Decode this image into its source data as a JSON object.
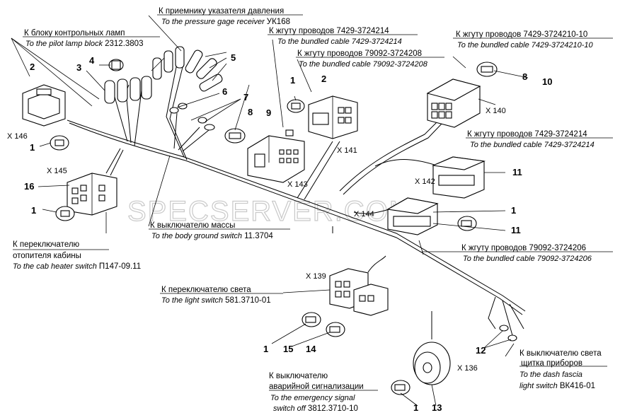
{
  "labels": {
    "pressure_ru": "К приемнику указателя давления",
    "pressure_en": "To the pressure gage receiver",
    "pressure_model": "УК168",
    "pilot_lamp_ru": "К блоку контрольных ламп",
    "pilot_lamp_en": "To the pilot lamp block",
    "pilot_lamp_model": "2312.3803",
    "harness_3724214_top_ru": "К жгуту проводов 7429-3724214",
    "harness_3724214_top_en": "To the bundled cable 7429-3724214",
    "harness_79092_3724208_ru": "К жгуту проводов 79092-3724208",
    "harness_79092_3724208_en": "To the bundled cable 79092-3724208",
    "harness_3724210_ru": "К жгуту проводов 7429-3724210-10",
    "harness_3724210_en": "To the bundled cable 7429-3724210-10",
    "harness_3724214_right_ru": "К жгуту проводов 7429-3724214",
    "harness_3724214_right_en": "To the bundled cable 7429-3724214",
    "ground_switch_ru": "К выключателю массы",
    "ground_switch_en": "To the body ground switch",
    "ground_switch_model": "11.3704",
    "cab_heater_ru_1": "К переключателю",
    "cab_heater_ru_2": "отопителя кабины",
    "cab_heater_en": "To the cab heater switch",
    "cab_heater_model": "П147-09.11",
    "harness_79092_3724206_ru": "К жгуту проводов 79092-3724206",
    "harness_79092_3724206_en": "To the bundled cable 79092-3724206",
    "light_switch_ru": "К переключателю света",
    "light_switch_en": "To the light switch",
    "light_switch_model": "581.3710-01",
    "emergency_ru_1": "К выключателю",
    "emergency_ru_2": "аварийной сигнализации",
    "emergency_en_1": "To the emergency signal",
    "emergency_en_2": "switch off",
    "emergency_model": "3812.3710-10",
    "dash_ru_1": "К выключателю света",
    "dash_ru_2": "щитка приборов",
    "dash_en_1": "To the dash fascia",
    "dash_en_2": "light switch",
    "dash_model": "ВК416-01"
  },
  "connectors": {
    "x146": "X 146",
    "x145": "X 145",
    "x141": "X 141",
    "x140": "X 140",
    "x143": "X 143",
    "x142": "X 142",
    "x144": "X 144",
    "x139": "X 139",
    "x136": "X 136"
  },
  "callouts": {
    "n5": "5",
    "n2a": "2",
    "n4": "4",
    "n3": "3",
    "n6": "6",
    "n7": "7",
    "n8a": "8",
    "n1a": "1",
    "n9": "9",
    "n1b": "1",
    "n2b": "2",
    "n8b": "8",
    "n10": "10",
    "n16": "16",
    "n1c": "1",
    "n11a": "11",
    "n1d": "1",
    "n11b": "11",
    "n1e": "1",
    "n15": "15",
    "n14": "14",
    "n12": "12",
    "n1f": "1",
    "n13": "13"
  },
  "watermark": "SPECSERVER.COM"
}
